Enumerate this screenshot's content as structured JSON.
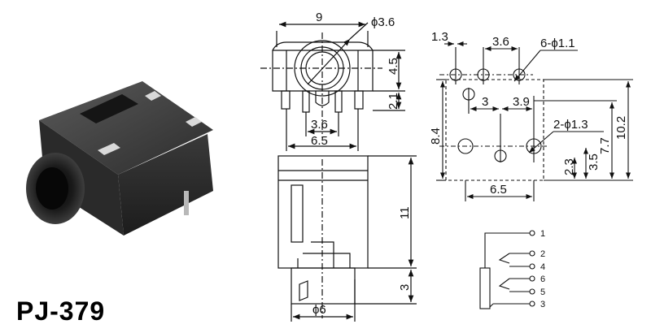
{
  "product": {
    "model": "PJ-379"
  },
  "top_view": {
    "width": "9",
    "bore_dia": "ϕ3.6",
    "height": "4.5",
    "pin_len": "2.1",
    "pin_pitch": "3.6",
    "base_width": "6.5"
  },
  "front_view": {
    "height": "11",
    "nose_len": "3",
    "nose_dia": "ϕ6"
  },
  "pcb_layout": {
    "d1": "1.3",
    "d2": "3.6",
    "holes_small": "6-ϕ1.1",
    "d3": "3",
    "d4": "3.9",
    "holes_large": "2-ϕ1.3",
    "h_left": "8.4",
    "h_right": "10.2",
    "h_77": "7.7",
    "h_35": "3.5",
    "h_23": "2.3",
    "w_bottom": "6.5"
  },
  "schematic": {
    "pins": [
      "1",
      "2",
      "4",
      "6",
      "5",
      "3"
    ]
  }
}
